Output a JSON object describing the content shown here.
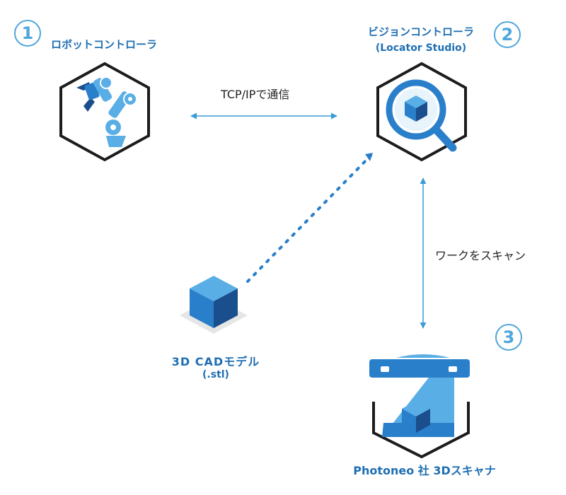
{
  "nodes": {
    "robot": {
      "number": "1",
      "title": "ロボットコントローラ"
    },
    "vision": {
      "number": "2",
      "title": "ビジョンコントローラ",
      "subtitle": "(Locator Studio)"
    },
    "scanner": {
      "number": "3",
      "title": "Photoneo 社 3Dスキャナ"
    },
    "cad": {
      "title": "3D CADモデル",
      "subtitle": "(.stl)"
    }
  },
  "connections": {
    "robot_vision": "TCP/IPで通信",
    "vision_scanner": "ワークをスキャン"
  },
  "colors": {
    "accent": "#4ea6dc",
    "title": "#1f6fb2",
    "dark_blue": "#1a4e8c",
    "mid_blue": "#2a7fca",
    "light_blue": "#59aee6",
    "line": "#3a9bd5"
  }
}
